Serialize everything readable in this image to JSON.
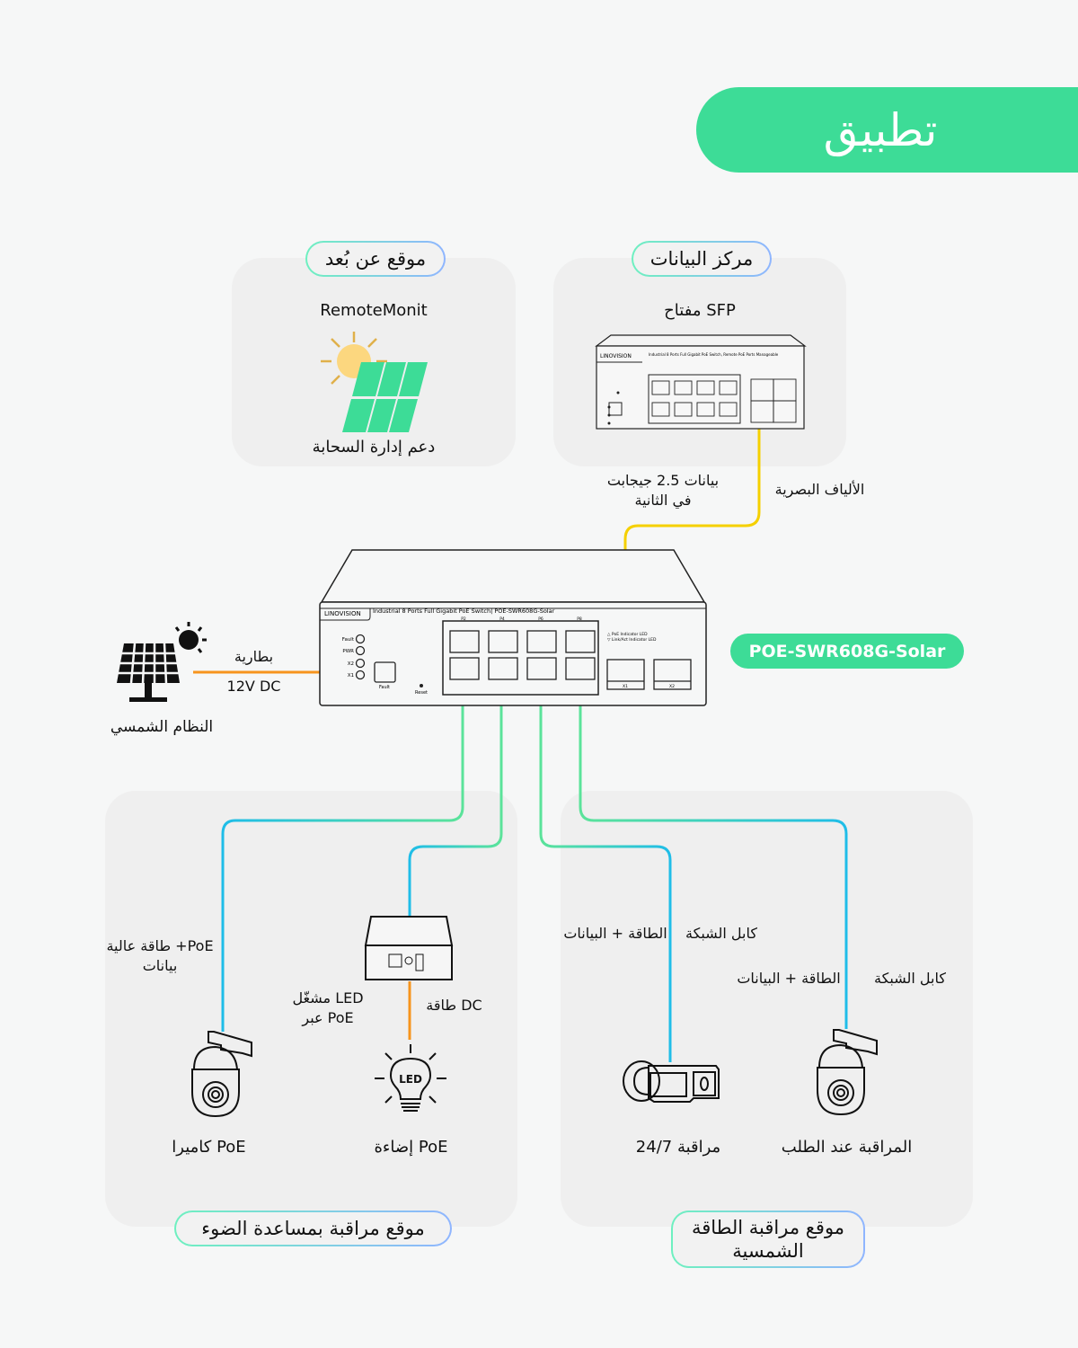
{
  "header": {
    "title": "تطبيق"
  },
  "colors": {
    "accent": "#3ddc97",
    "fiber": "#f5d000",
    "dc_power": "#f7941d",
    "ethernet_start": "#5be39a",
    "ethernet_end": "#1fbde8",
    "panel": "#efefef"
  },
  "remote_site": {
    "pill_label": "موقع عن بُعد",
    "app_name": "RemoteMonit",
    "icon": "solar-panel-sun-icon",
    "caption": "دعم إدارة السحابة"
  },
  "data_center": {
    "pill_label": "مركز البيانات",
    "device_title": "مفتاح SFP",
    "device_brand": "LINOVISION",
    "device_desc": "Industrial 8 Ports Full Gigabit PoE Switch, Remote PoE Ports Manageable"
  },
  "fiber_link": {
    "speed_label": "بيانات 2.5 جيجابت في الثانية",
    "type_label": "الألياف البصرية"
  },
  "main_switch": {
    "brand": "LINOVISION",
    "desc": "Industrial 8 Ports Full Gigabit PoE Switch| POE-SWR608G-Solar",
    "model_badge": "POE-SWR608G-Solar",
    "leds": [
      "Fault",
      "PWR",
      "X2",
      "X1"
    ],
    "fault_button": "Fault",
    "reset": "Reset",
    "legend": [
      "PoE Indicator LED",
      "Link/Act Indicator LED"
    ],
    "top_ports": [
      "P2",
      "P4",
      "P6",
      "P8"
    ],
    "sfp_ports": [
      "X1",
      "X2"
    ]
  },
  "solar_system": {
    "icon": "solar-panel-icon",
    "caption": "النظام الشمسي",
    "battery_label": "بطارية",
    "voltage_label": "12V DC"
  },
  "light_assisted_site": {
    "pill_label": "موقع مراقبة بمساعدة الضوء",
    "camera_link_label": "طاقة عالية +PoE بيانات",
    "camera_caption": "كاميرا PoE",
    "driver_label": "مشغّل LED عبر PoE",
    "dc_label": "طاقة DC",
    "light_caption": "إضاءة PoE",
    "led_text": "LED"
  },
  "solar_monitoring_site": {
    "pill_label": "موقع مراقبة الطاقة الشمسية",
    "bullet_power_label": "الطاقة + البيانات",
    "bullet_cable_label": "كابل الشبكة",
    "ptz_power_label": "الطاقة + البيانات",
    "ptz_cable_label": "كابل الشبكة",
    "bullet_caption": "مراقبة 24/7",
    "ptz_caption": "المراقبة عند الطلب"
  }
}
